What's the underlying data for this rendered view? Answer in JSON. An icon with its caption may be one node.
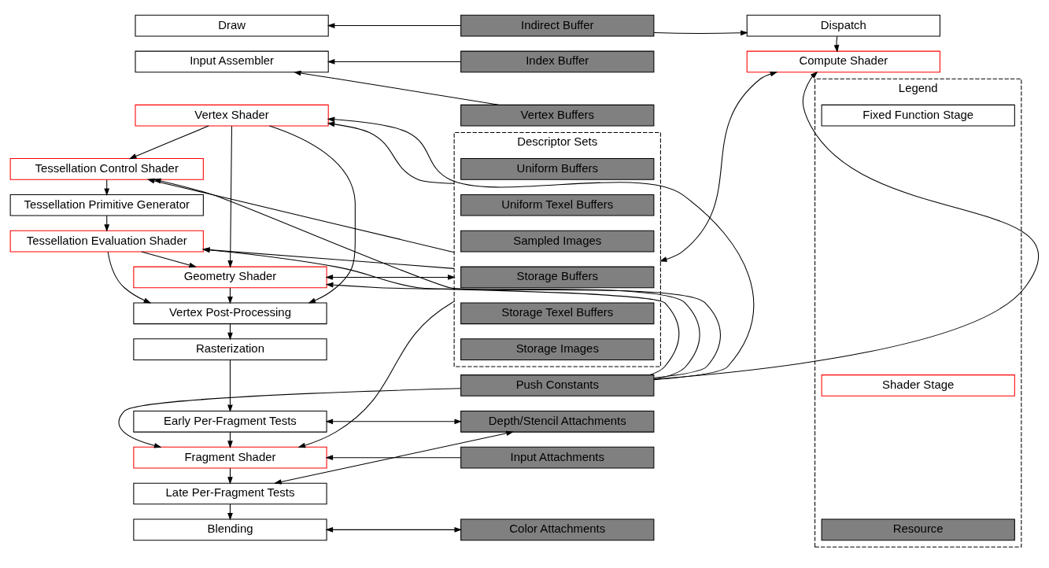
{
  "diagram": {
    "nodes": [
      {
        "text": [
          "Draw"
        ]
      },
      {
        "text": [
          "Input Assembler"
        ]
      },
      {
        "text": [
          "Vertex Shader"
        ]
      },
      {
        "text": [
          "Tessellation Control Shader"
        ]
      },
      {
        "text": [
          "Tessellation Primitive Generator"
        ]
      },
      {
        "text": [
          "Tessellation Evaluation Shader"
        ]
      },
      {
        "text": [
          "Geometry Shader"
        ]
      },
      {
        "text": [
          "Vertex Post-Processing"
        ]
      },
      {
        "text": [
          "Rasterization"
        ]
      },
      {
        "text": [
          "Early Per-Fragment Tests"
        ]
      },
      {
        "text": [
          "Fragment Shader"
        ]
      },
      {
        "text": [
          "Late Per-Fragment Tests"
        ]
      },
      {
        "text": [
          "Blending"
        ]
      },
      {
        "text": [
          "Indirect Buffer"
        ]
      },
      {
        "text": [
          "Index Buffer"
        ]
      },
      {
        "text": [
          "Vertex Buffers"
        ]
      },
      {
        "text": [
          "Descriptor Sets"
        ]
      },
      {
        "text": [
          "Uniform Buffers"
        ],
        "in": 16
      },
      {
        "text": [
          "Uniform Texel Buffers"
        ],
        "in": 16
      },
      {
        "text": [
          "Sampled Images"
        ],
        "in": 16
      },
      {
        "text": [
          "Storage Buffers"
        ],
        "in": 16
      },
      {
        "text": [
          "Storage Texel Buffers"
        ],
        "in": 16
      },
      {
        "text": [
          "Storage Images"
        ],
        "in": 16
      },
      {
        "text": [
          "Push Constants"
        ]
      },
      {
        "text": [
          "Depth/Stencil Attachments"
        ]
      },
      {
        "text": [
          "Input Attachments"
        ]
      },
      {
        "text": [
          "Color Attachments"
        ]
      },
      {
        "text": [
          "Dispatch"
        ]
      },
      {
        "text": [
          "Compute Shader"
        ]
      },
      {
        "text": [
          "Legend"
        ]
      },
      {
        "text": [
          "Fixed Function Stage"
        ],
        "in": 29
      },
      {
        "text": [
          "Shader Stage"
        ],
        "in": 29
      },
      {
        "text": [
          "Resource"
        ],
        "in": 29
      }
    ],
    "edges": [
      {
        "from": 2,
        "to": 3,
        "arrow": "to"
      },
      {
        "from": 3,
        "to": 4,
        "arrow": "to"
      },
      {
        "from": 4,
        "to": 5,
        "arrow": "to"
      },
      {
        "from": 5,
        "to": 6,
        "arrow": "to"
      },
      {
        "from": 6,
        "to": 7,
        "arrow": "to"
      },
      {
        "from": 7,
        "to": 8,
        "arrow": "to"
      },
      {
        "from": 8,
        "to": 9,
        "arrow": "to"
      },
      {
        "from": 9,
        "to": 10,
        "arrow": "to"
      },
      {
        "from": 10,
        "to": 11,
        "arrow": "to"
      },
      {
        "from": 11,
        "to": 12,
        "arrow": "to"
      },
      {
        "from": 2,
        "to": 6,
        "arrow": "to"
      },
      {
        "from": 2,
        "to": 7,
        "arrow": "to"
      },
      {
        "from": 5,
        "to": 7,
        "arrow": "to"
      },
      {
        "from": 13,
        "to": 0,
        "arrow": "to"
      },
      {
        "from": 13,
        "to": 27,
        "arrow": "to"
      },
      {
        "from": 27,
        "to": 28,
        "arrow": "to"
      },
      {
        "from": 14,
        "to": 1,
        "arrow": "to"
      },
      {
        "from": 15,
        "to": 1,
        "arrow": "to"
      },
      {
        "from": 16,
        "to": 2,
        "arrow": "to"
      },
      {
        "from": 16,
        "to": 3,
        "arrow": "to"
      },
      {
        "from": 16,
        "to": 5,
        "arrow": "to"
      },
      {
        "from": 16,
        "to": 6,
        "arrow": "both"
      },
      {
        "from": 16,
        "to": 10,
        "arrow": "to"
      },
      {
        "from": 16,
        "to": 28,
        "arrow": "both"
      },
      {
        "from": 23,
        "to": 2,
        "arrow": "to"
      },
      {
        "from": 23,
        "to": 3,
        "arrow": "to"
      },
      {
        "from": 23,
        "to": 5,
        "arrow": "to"
      },
      {
        "from": 23,
        "to": 6,
        "arrow": "to"
      },
      {
        "from": 23,
        "to": 10,
        "arrow": "to"
      },
      {
        "from": 23,
        "to": 28,
        "arrow": "to"
      },
      {
        "from": 24,
        "to": 9,
        "arrow": "both"
      },
      {
        "from": 24,
        "to": 11,
        "arrow": "both"
      },
      {
        "from": 25,
        "to": 10,
        "arrow": "to"
      },
      {
        "from": 26,
        "to": 12,
        "arrow": "both"
      }
    ]
  }
}
